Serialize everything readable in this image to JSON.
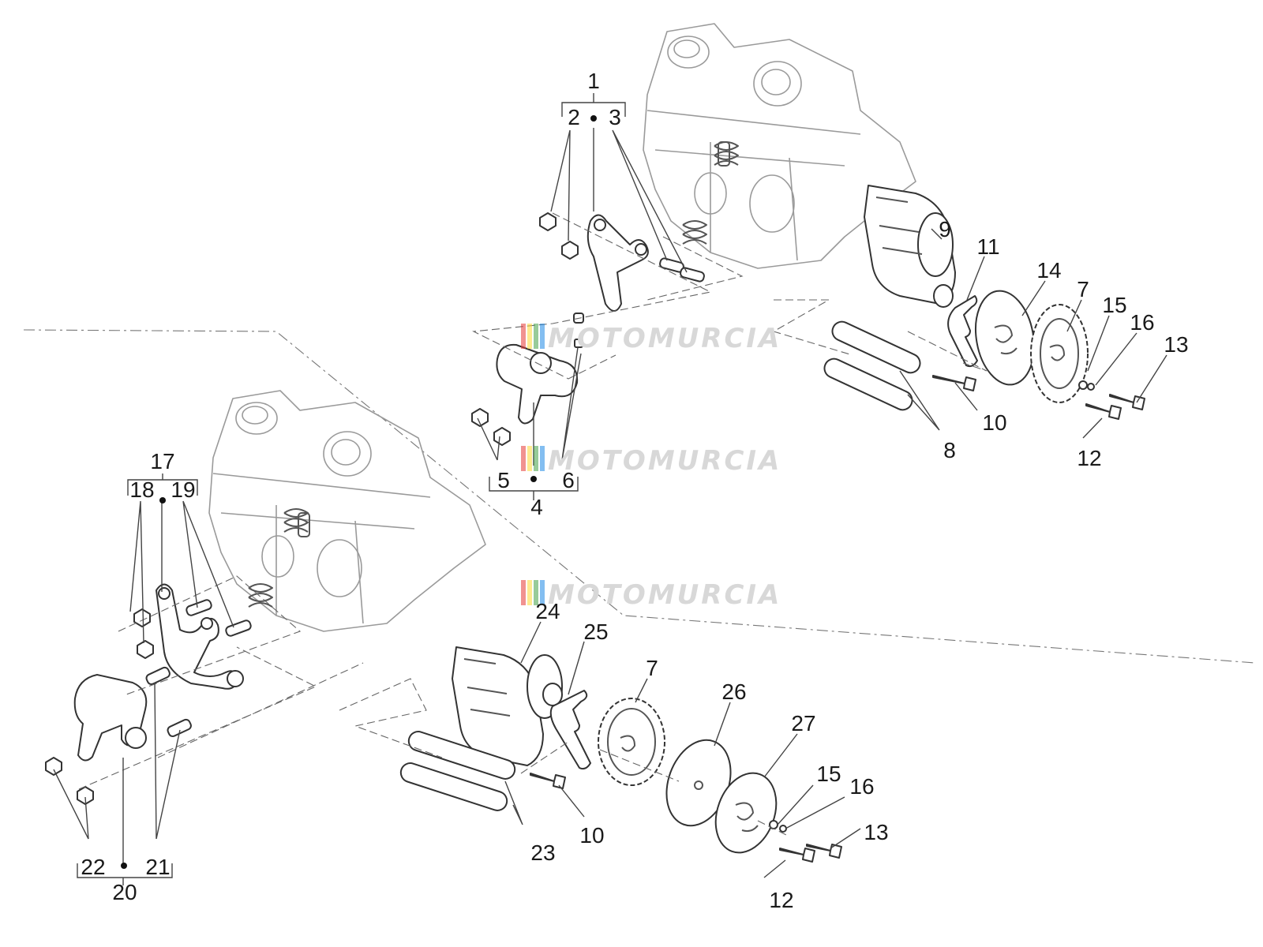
{
  "watermark": {
    "text": "MOTOMURCIA",
    "stripe_colors": [
      "#e53935",
      "#fdd835",
      "#43a047",
      "#1e88e5"
    ]
  },
  "callouts": {
    "c1": "1",
    "c2": "2",
    "c3": "3",
    "c4": "4",
    "c5": "5",
    "c6": "6",
    "c7a": "7",
    "c8": "8",
    "c9": "9",
    "c10a": "10",
    "c11": "11",
    "c12a": "12",
    "c13a": "13",
    "c14": "14",
    "c15a": "15",
    "c16a": "16",
    "c17": "17",
    "c18": "18",
    "c19": "19",
    "c20": "20",
    "c21": "21",
    "c22": "22",
    "c23": "23",
    "c24": "24",
    "c25": "25",
    "c7b": "7",
    "c26": "26",
    "c27": "27",
    "c10b": "10",
    "c12b": "12",
    "c13b": "13",
    "c15b": "15",
    "c16b": "16"
  }
}
